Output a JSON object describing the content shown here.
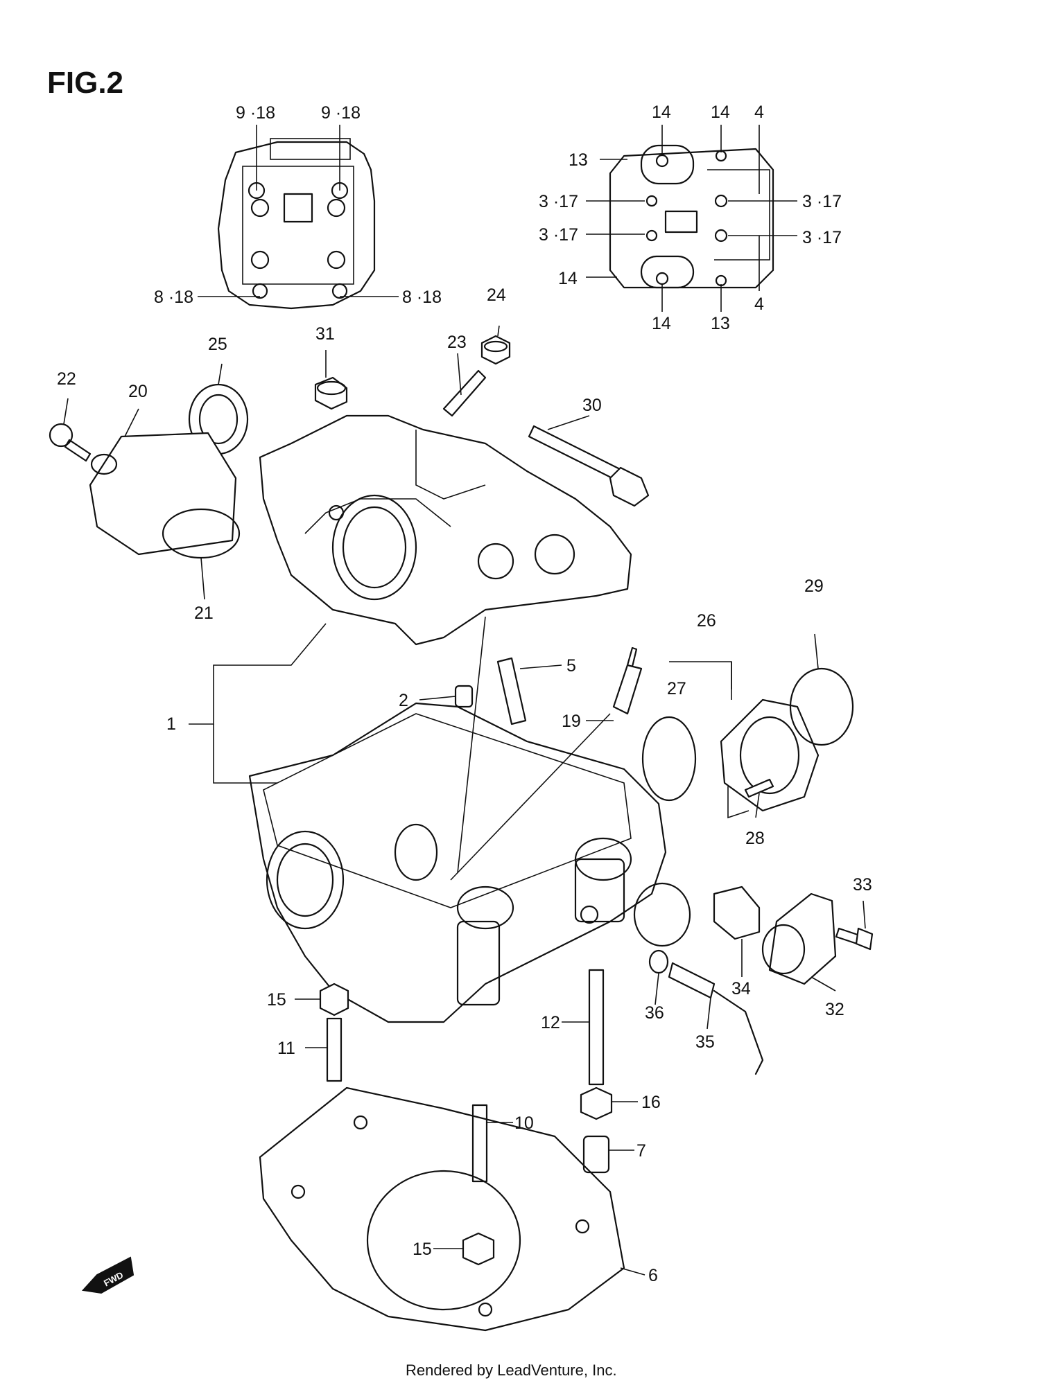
{
  "figure": {
    "title": "FIG.2"
  },
  "footer": {
    "credit": "Rendered by LeadVenture, Inc."
  },
  "fwd_badge": {
    "label": "FWD"
  },
  "callouts": [
    {
      "id": "c1",
      "text": "1"
    },
    {
      "id": "c2",
      "text": "2"
    },
    {
      "id": "c5",
      "text": "5"
    },
    {
      "id": "c6",
      "text": "6"
    },
    {
      "id": "c7",
      "text": "7"
    },
    {
      "id": "c10",
      "text": "10"
    },
    {
      "id": "c11",
      "text": "11"
    },
    {
      "id": "c12",
      "text": "12"
    },
    {
      "id": "c15a",
      "text": "15"
    },
    {
      "id": "c15b",
      "text": "15"
    },
    {
      "id": "c16",
      "text": "16"
    },
    {
      "id": "c19",
      "text": "19"
    },
    {
      "id": "c20",
      "text": "20"
    },
    {
      "id": "c21",
      "text": "21"
    },
    {
      "id": "c22",
      "text": "22"
    },
    {
      "id": "c23",
      "text": "23"
    },
    {
      "id": "c24",
      "text": "24"
    },
    {
      "id": "c25",
      "text": "25"
    },
    {
      "id": "c26",
      "text": "26"
    },
    {
      "id": "c27",
      "text": "27"
    },
    {
      "id": "c28",
      "text": "28"
    },
    {
      "id": "c29",
      "text": "29"
    },
    {
      "id": "c30",
      "text": "30"
    },
    {
      "id": "c31",
      "text": "31"
    },
    {
      "id": "c32",
      "text": "32"
    },
    {
      "id": "c33",
      "text": "33"
    },
    {
      "id": "c34",
      "text": "34"
    },
    {
      "id": "c35",
      "text": "35"
    },
    {
      "id": "c36",
      "text": "36"
    },
    {
      "id": "c9_18a",
      "text": "9 ·18"
    },
    {
      "id": "c9_18b",
      "text": "9 ·18"
    },
    {
      "id": "c8_18a",
      "text": "8 ·18"
    },
    {
      "id": "c8_18b",
      "text": "8 ·18"
    },
    {
      "id": "c14a",
      "text": "14"
    },
    {
      "id": "c14b",
      "text": "14"
    },
    {
      "id": "c14c",
      "text": "14"
    },
    {
      "id": "c14d",
      "text": "14"
    },
    {
      "id": "c13a",
      "text": "13"
    },
    {
      "id": "c13b",
      "text": "13"
    },
    {
      "id": "c4a",
      "text": "4"
    },
    {
      "id": "c4b",
      "text": "4"
    },
    {
      "id": "c3_17a",
      "text": "3 ·17"
    },
    {
      "id": "c3_17b",
      "text": "3 ·17"
    },
    {
      "id": "c3_17c",
      "text": "3 ·17"
    },
    {
      "id": "c3_17d",
      "text": "3 ·17"
    }
  ]
}
